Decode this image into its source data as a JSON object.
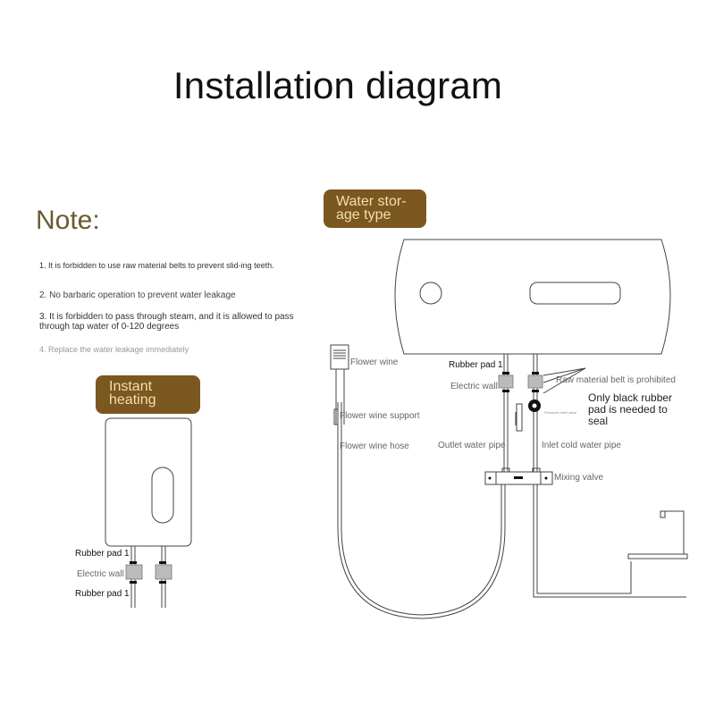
{
  "header": {
    "title": "Installation diagram"
  },
  "notes": {
    "title": "Note:",
    "items": [
      "1. It is forbidden to use raw material belts to prevent slid-ing teeth.",
      "2. No barbaric operation to prevent water leakage",
      "3. It is forbidden to pass through steam, and it is allowed to pass through tap water of 0-120 degrees",
      "4. Replace the water leakage immediately"
    ]
  },
  "badges": {
    "storage": "Water stor-age type",
    "instant": "Instant heating"
  },
  "storage_labels": {
    "flower_wine": "Flower wine",
    "flower_wine_support": "Flower wine support",
    "flower_wine_hose": "Flower wine hose",
    "rubber_pad": "Rubber pad 1",
    "electric_wall": "Electric wall",
    "raw_material_belt": "Raw material belt is prohibited",
    "only_black_rubber": "Only black rubber pad is needed to seal",
    "pressure_relief_valve": "Pressure relief valve",
    "outlet_water_pipe": "Outlet water pipe",
    "inlet_cold_water_pipe": "Inlet cold water pipe",
    "mixing_valve": "Mixing valve"
  },
  "instant_labels": {
    "rubber_pad_top": "Rubber pad 1",
    "electric_wall": "Electric wall",
    "rubber_pad_bottom": "Rubber pad 1"
  },
  "colors": {
    "badge_bg": "#7b5820",
    "badge_text": "#f2dfb0",
    "note_title": "#6b5a2e",
    "line": "#444444"
  }
}
